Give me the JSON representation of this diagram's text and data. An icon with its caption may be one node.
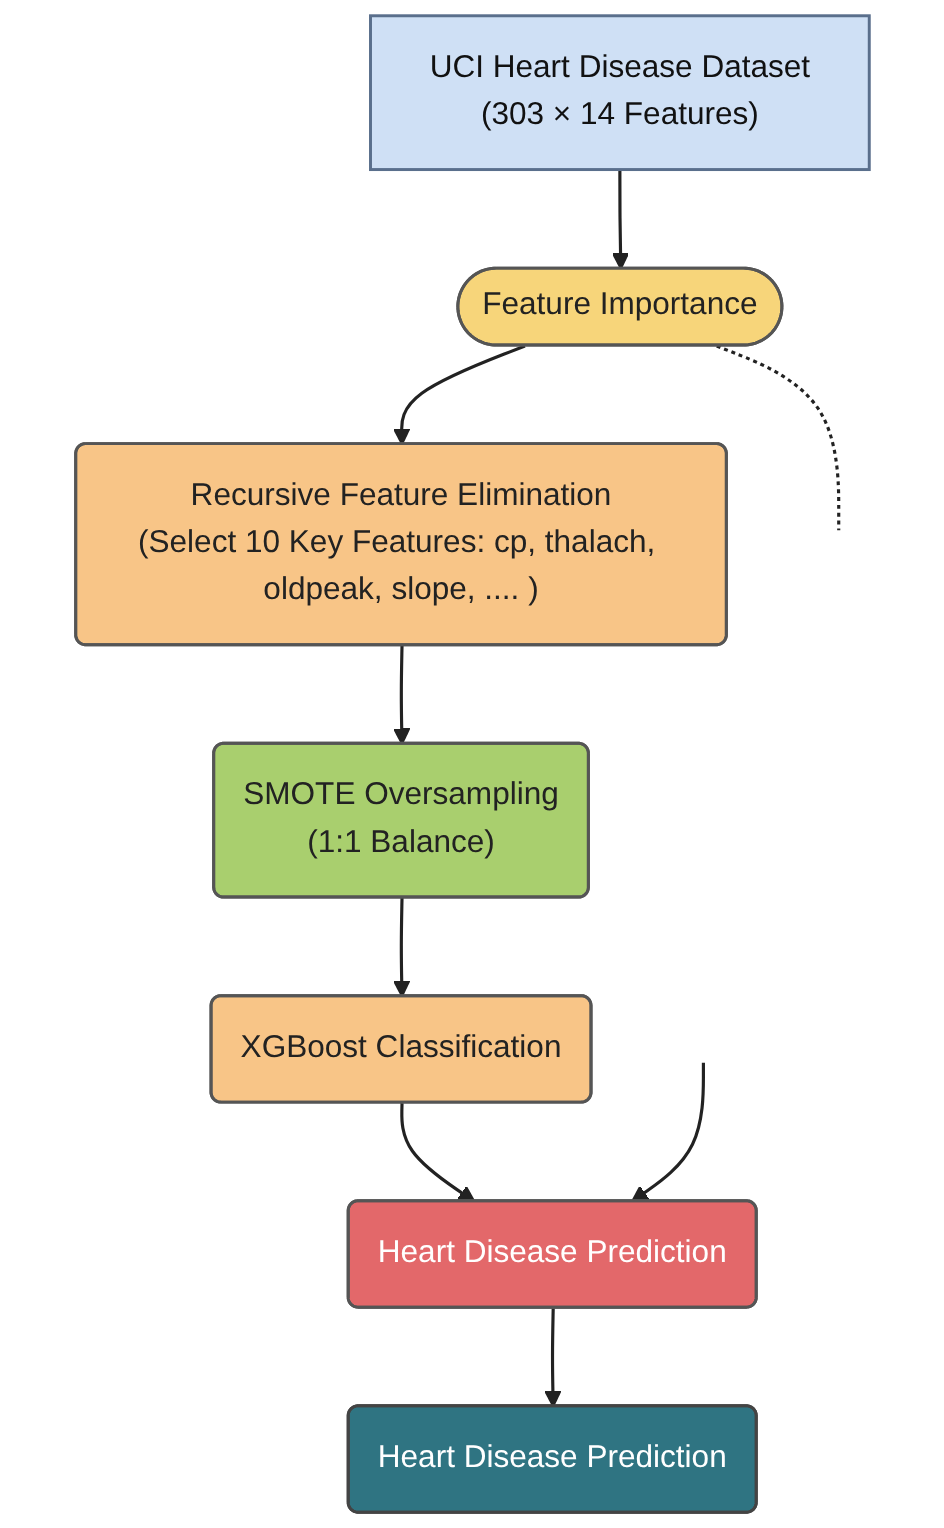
{
  "diagram": {
    "nodes": [
      {
        "text": [
          "UCI Heart Disease Dataset",
          "(303 × 14 Features)"
        ]
      },
      {
        "text": [
          "Feature Importance"
        ]
      },
      {
        "text": [
          "Recursive Feature Elimination",
          "(Select 10 Key Features: cp, thalach, oldpeak, slope, .... )"
        ]
      },
      {
        "text": [
          "SMOTE Oversampling",
          "(1:1 Balance)"
        ]
      },
      {
        "text": [
          "XGBoost Classification"
        ]
      },
      {
        "text": [
          "Heart Disease Prediction"
        ]
      },
      {
        "text": [
          "Heart Disease Prediction"
        ]
      }
    ],
    "edges": [
      {
        "from": 0,
        "to": 1,
        "arrow": "to"
      },
      {
        "from": 1,
        "to": 2,
        "arrow": "to"
      },
      {
        "from": 2,
        "to": 3,
        "arrow": "to"
      },
      {
        "from": 3,
        "to": 4,
        "arrow": "to"
      },
      {
        "from": 4,
        "to": 5,
        "arrow": "to"
      },
      {
        "from": 5,
        "to": 6,
        "arrow": "to"
      },
      {
        "from": 1,
        "to": null,
        "arrow": "none",
        "style": "dashed"
      },
      {
        "from": null,
        "to": 5,
        "arrow": "to"
      }
    ]
  }
}
